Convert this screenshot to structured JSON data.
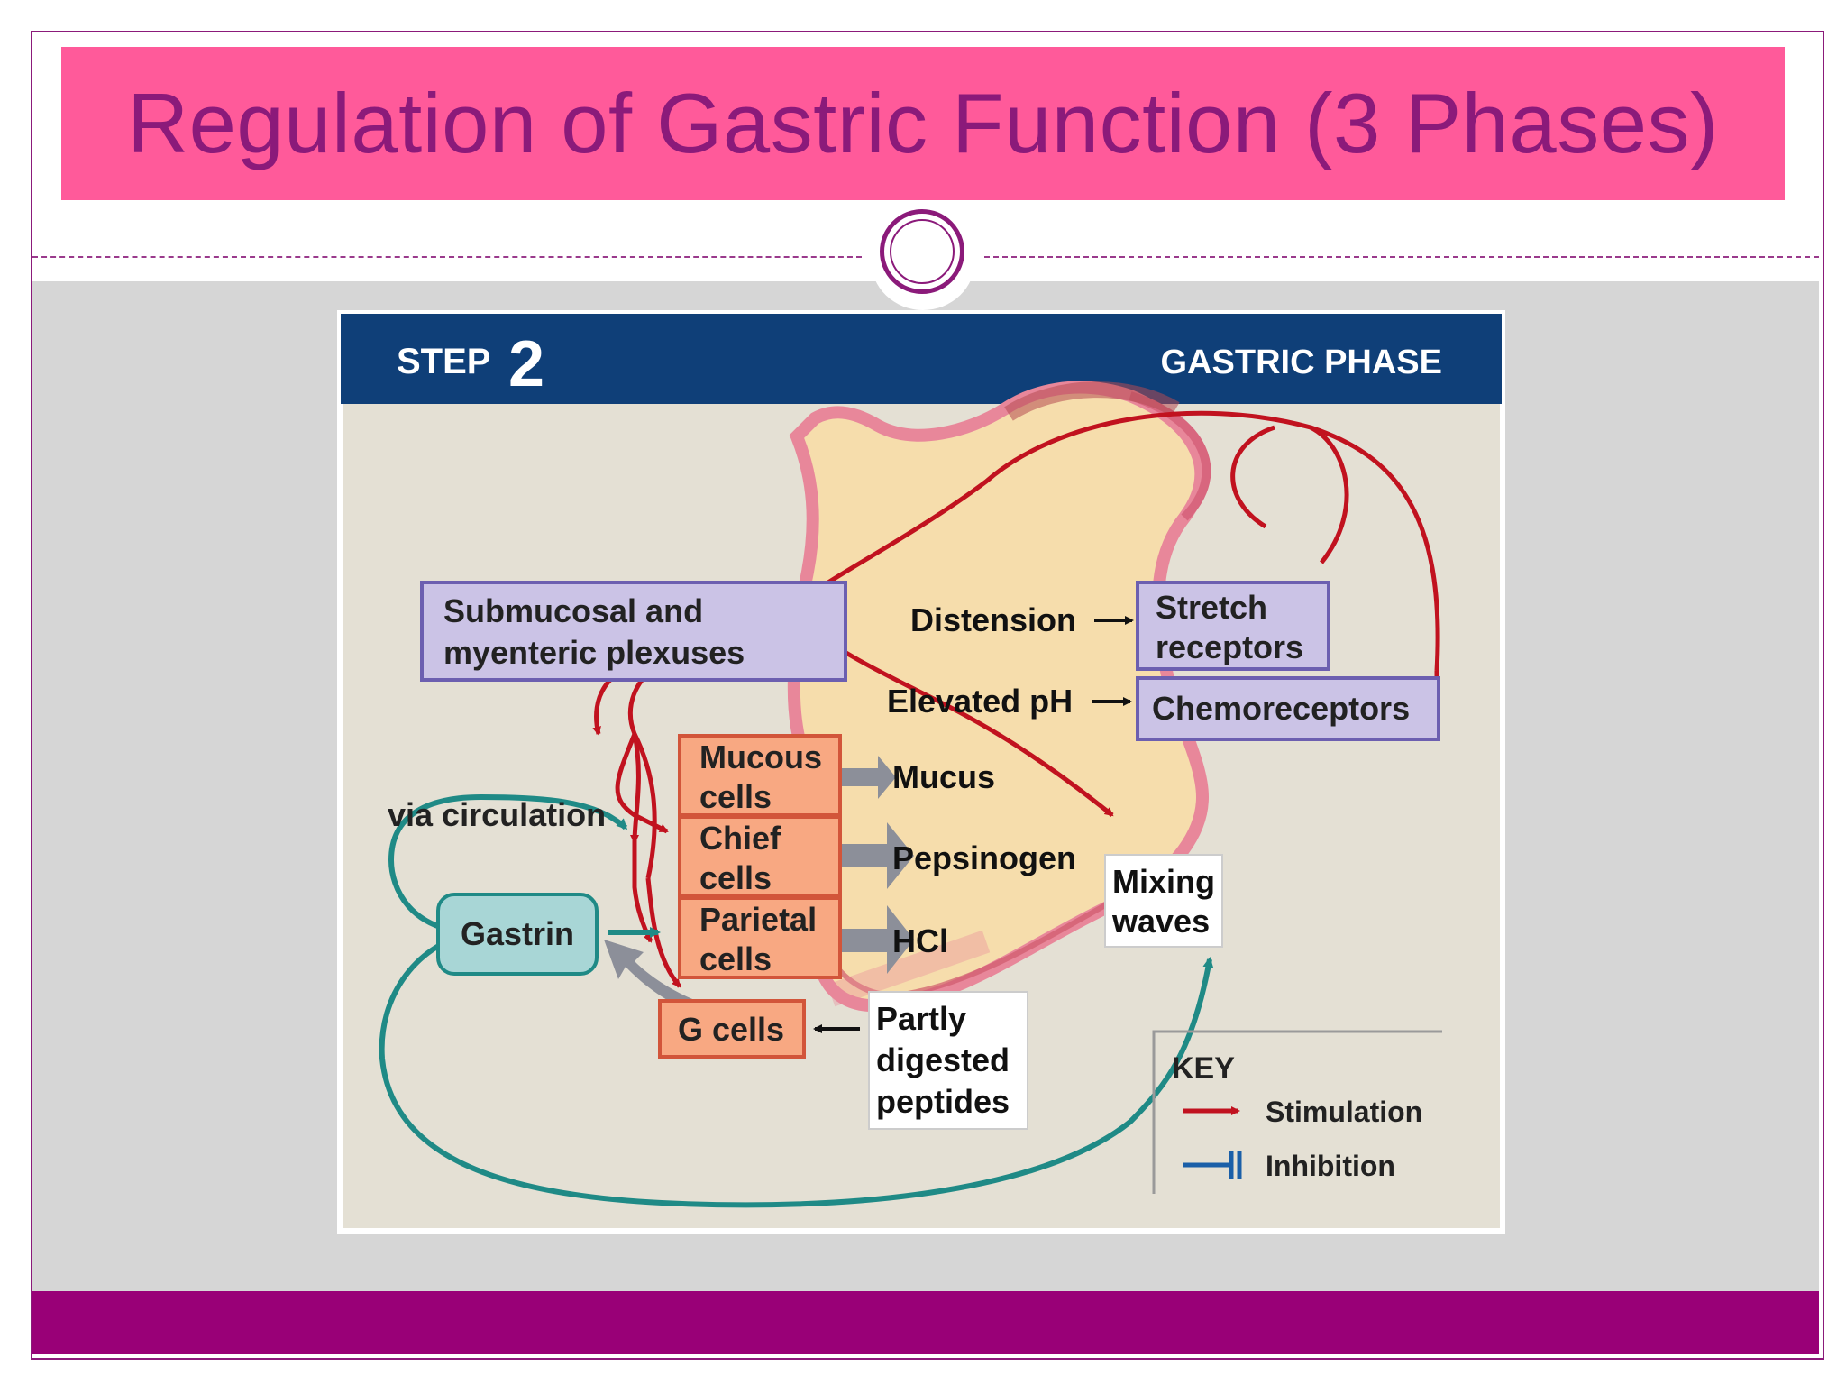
{
  "slide": {
    "title": "Regulation of Gastric Function (3 Phases)"
  },
  "diagram": {
    "step_label": "STEP",
    "step_number": "2",
    "phase_label": "GASTRIC PHASE",
    "boxes": {
      "plexuses_line1": "Submucosal and",
      "plexuses_line2": "myenteric plexuses",
      "stretch_line1": "Stretch",
      "stretch_line2": "receptors",
      "chemoreceptors": "Chemoreceptors",
      "mucous_line1": "Mucous",
      "mucous_line2": "cells",
      "chief_line1": "Chief",
      "chief_line2": "cells",
      "parietal_line1": "Parietal",
      "parietal_line2": "cells",
      "g_cells": "G cells",
      "gastrin": "Gastrin",
      "mixing_line1": "Mixing",
      "mixing_line2": "waves",
      "peptides_line1": "Partly",
      "peptides_line2": "digested",
      "peptides_line3": "peptides"
    },
    "labels": {
      "distension": "Distension",
      "elevated_ph": "Elevated pH",
      "mucus": "Mucus",
      "pepsinogen": "Pepsinogen",
      "hcl": "HCl",
      "via_circulation": "via circulation"
    },
    "key": {
      "title": "KEY",
      "stimulation": "Stimulation",
      "inhibition": "Inhibition"
    },
    "colors": {
      "header": "#0f3f78",
      "stomach": "#f9e3b0",
      "background": "#e4e0d4",
      "stimulation": "#c1121f",
      "inhibition": "#1a5fa8",
      "circulation": "#1f8a86",
      "neural_box": "#cbc3e6",
      "cell_box": "#f8a882",
      "gastrin_box": "#a8d6d6"
    }
  }
}
